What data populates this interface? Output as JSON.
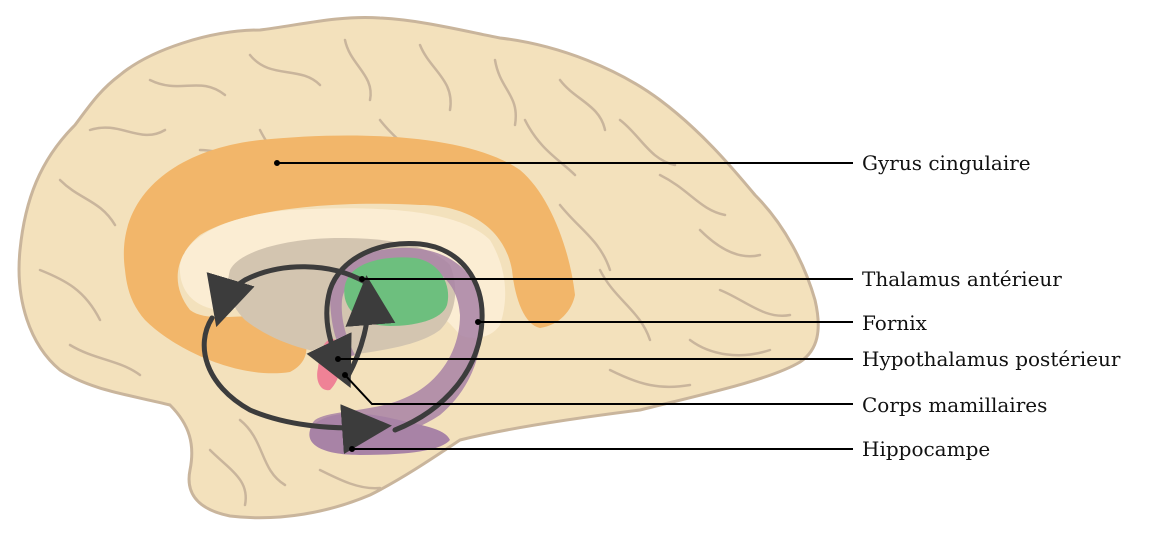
{
  "diagram": {
    "labels": {
      "gyrus": "Gyrus cingulaire",
      "thalamus": "Thalamus antérieur",
      "fornix": "Fornix",
      "hypothalamus": "Hypothalamus postérieur",
      "mamillaires": "Corps mamillaires",
      "hippocampe": "Hippocampe"
    },
    "colors": {
      "brain": "#f3e1bc",
      "brain_outline": "#c9b59c",
      "cingulate": "#f2b66a",
      "inner_region": "#fbedd3",
      "thalamus_region": "#d3c5b0",
      "thalamus": "#6dbf7e",
      "fornix": "#a883a6",
      "hypothalamus": "#ef8296",
      "arrows": "#3c3c3c",
      "leader_lines": "#000000"
    }
  }
}
